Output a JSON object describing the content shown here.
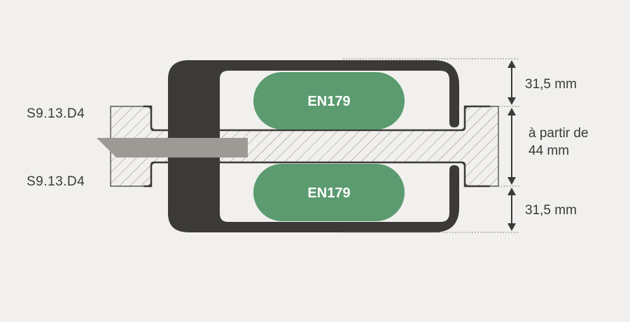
{
  "labels": {
    "profile_top": "S9.13.D4",
    "profile_bottom": "S9.13.D4",
    "gasket_top": "EN179",
    "gasket_bottom": "EN179",
    "dim_top": "31,5 mm",
    "dim_middle_line1": "à partir de",
    "dim_middle_line2": "44 mm",
    "dim_bottom": "31,5 mm"
  },
  "colors": {
    "background": "#f1f0ee",
    "frame": "#3b3a38",
    "gasket": "#5b9b6f",
    "blade": "#9d9a95",
    "hatch": "#8a8883",
    "dimension": "#3a3a38"
  }
}
